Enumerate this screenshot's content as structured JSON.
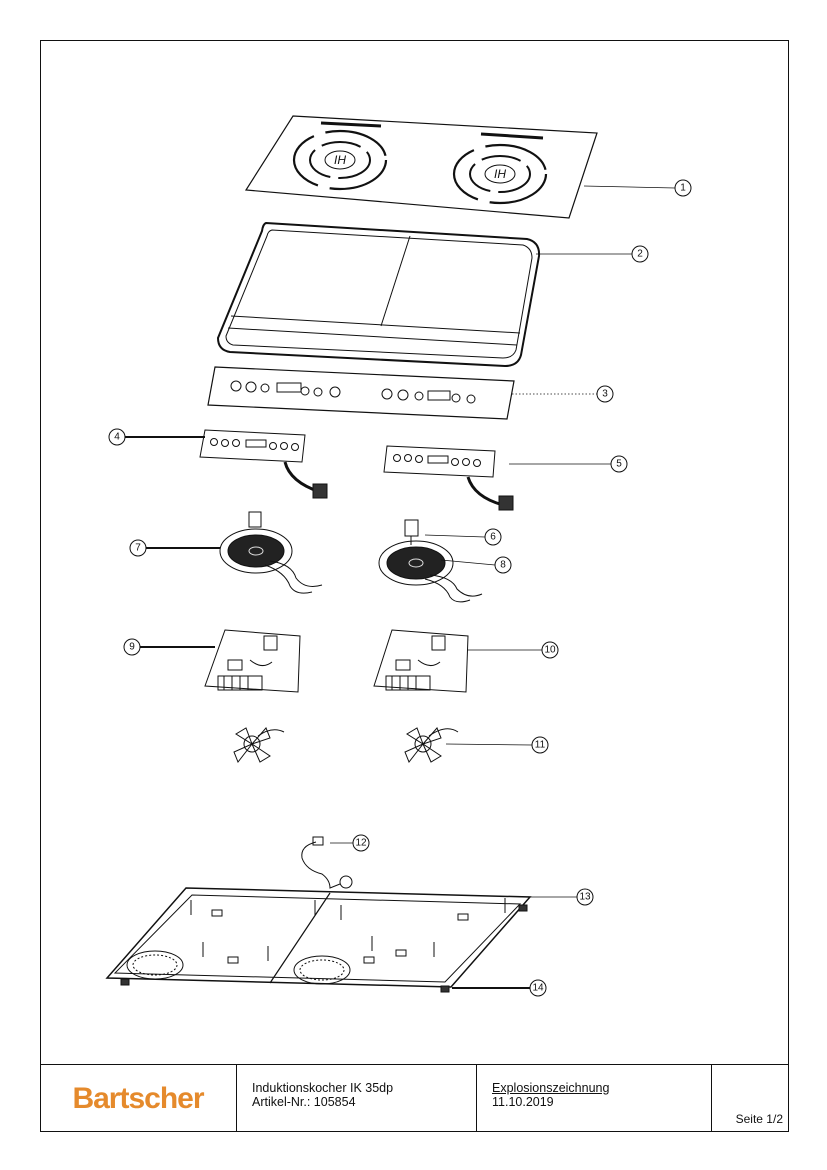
{
  "drawing": {
    "hob_glass_marks": [
      "IH",
      "IH"
    ],
    "callouts": [
      "1",
      "2",
      "3",
      "4",
      "5",
      "6",
      "7",
      "8",
      "9",
      "10",
      "11",
      "12",
      "13",
      "14"
    ]
  },
  "title_block": {
    "logo_text": "Bartscher",
    "brand_color": "#e58a2c",
    "product_name": "Induktionskocher IK 35dp",
    "article_number": "Artikel-Nr.: 105854",
    "document_type": "Explosionszeichnung",
    "date": "11.10.2019",
    "page": "Seite 1/2"
  }
}
